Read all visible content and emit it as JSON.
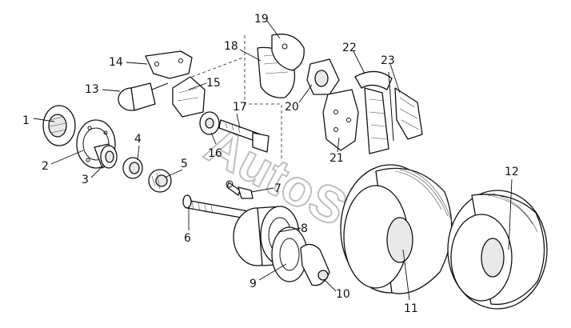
{
  "diagram": {
    "type": "exploded-parts-view",
    "watermark": "AutoS",
    "callouts": [
      {
        "label": "1"
      },
      {
        "label": "2"
      },
      {
        "label": "3"
      },
      {
        "label": "4"
      },
      {
        "label": "5"
      },
      {
        "label": "6"
      },
      {
        "label": "7"
      },
      {
        "label": "8"
      },
      {
        "label": "9"
      },
      {
        "label": "10"
      },
      {
        "label": "11"
      },
      {
        "label": "12"
      },
      {
        "label": "13"
      },
      {
        "label": "14"
      },
      {
        "label": "15"
      },
      {
        "label": "16"
      },
      {
        "label": "17"
      },
      {
        "label": "18"
      },
      {
        "label": "19"
      },
      {
        "label": "20"
      },
      {
        "label": "21"
      },
      {
        "label": "22"
      },
      {
        "label": "23"
      }
    ]
  }
}
